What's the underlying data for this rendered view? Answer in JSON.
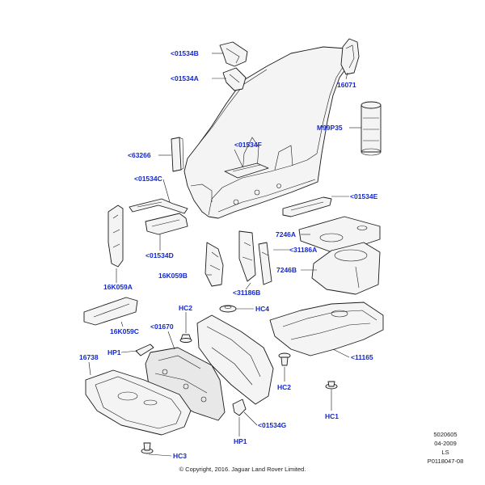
{
  "callouts": {
    "c01534B": "<01534B",
    "c01534A": "<01534A",
    "c16071": "16071",
    "cM99P35": "M99P35",
    "c01534F": "<01534F",
    "c63266": "<63266",
    "c01534C": "<01534C",
    "c01534E": "<01534E",
    "c7246A": "7246A",
    "c31186A": "<31186A",
    "c7246B": "7246B",
    "c01534D": "<01534D",
    "c16K059B": "16K059B",
    "c31186B": "<31186B",
    "c16K059A": "16K059A",
    "cHC2a": "HC2",
    "cHC4": "HC4",
    "c01670": "<01670",
    "c16K059C": "16K059C",
    "cHP1a": "HP1",
    "c16738": "16738",
    "c11165": "<11165",
    "cHC2b": "HC2",
    "cHC1": "HC1",
    "c01534G": "<01534G",
    "cHP1b": "HP1",
    "cHC3": "HC3"
  },
  "meta": {
    "ref_number": "5020605",
    "date": "04-2009",
    "initials": "LS",
    "illustration_id": "P0118047-08"
  },
  "footer": {
    "copyright": "© Copyright, 2016. Jaguar Land Rover Limited."
  },
  "colors": {
    "callout_text": "#1428c8",
    "line_art": "#1a1a1a"
  }
}
